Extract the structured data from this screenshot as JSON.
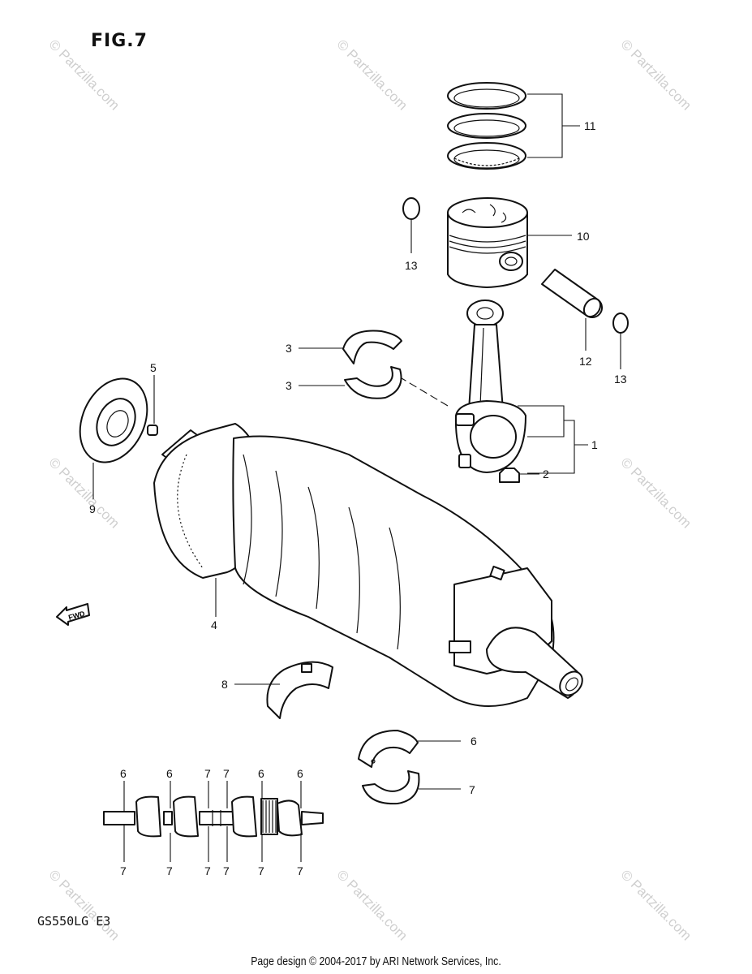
{
  "figure_title": "FIG.7",
  "model_code": "GS550LG E3",
  "footer": "Page design © 2004-2017 by ARI Network Services, Inc.",
  "watermark_text": "© Partzilla.com",
  "fwd_label": "FWD",
  "callouts": {
    "c1": "1",
    "c2": "2",
    "c3a": "3",
    "c3b": "3",
    "c4": "4",
    "c5": "5",
    "c6a": "6",
    "c7a": "7",
    "c8": "8",
    "c9": "9",
    "c10": "10",
    "c11": "11",
    "c12": "12",
    "c13a": "13",
    "c13b": "13"
  },
  "mini_top_labels": [
    "6",
    "6",
    "7",
    "7",
    "6",
    "6"
  ],
  "mini_bottom_labels": [
    "7",
    "7",
    "7",
    "7",
    "7",
    "7"
  ]
}
